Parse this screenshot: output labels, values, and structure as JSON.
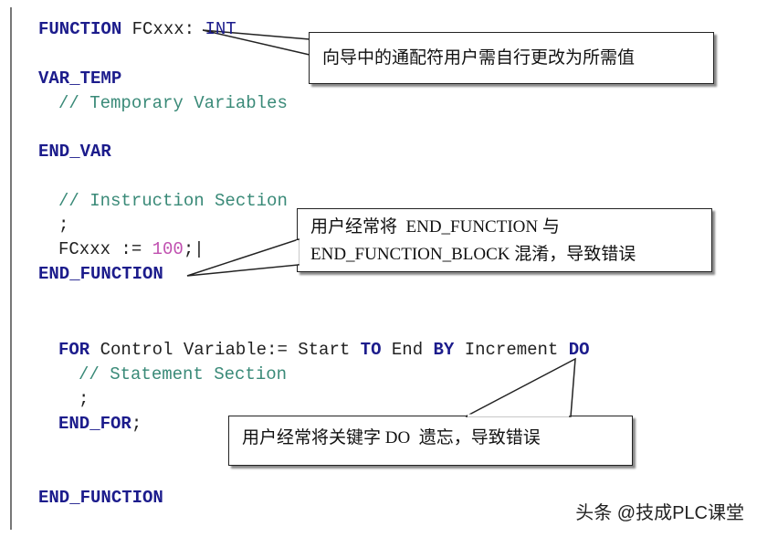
{
  "code": {
    "l1_kw": "FUNCTION",
    "l1_rest": " FCxxx: ",
    "l1_type": "INT",
    "l2": "VAR_TEMP",
    "l3": "// Temporary Variables",
    "l4": "END_VAR",
    "l5": "// Instruction Section",
    "l6": ";",
    "l7_a": "FCxxx := ",
    "l7_num": "100",
    "l7_b": ";|",
    "l8": "END_FUNCTION",
    "l9_for": "FOR",
    "l9_a": " Control Variable:= Start ",
    "l9_to": "TO",
    "l9_b": " End ",
    "l9_by": "BY",
    "l9_c": " Increment ",
    "l9_do": "DO",
    "l10": "// Statement Section",
    "l11": ";",
    "l12_kw": "END_FOR",
    "l12_b": ";",
    "l13": "END_FUNCTION"
  },
  "callouts": {
    "c1": "向导中的通配符用户需自行更改为所需值",
    "c2_line1": "用户经常将  END_FUNCTION 与",
    "c2_line2": "END_FUNCTION_BLOCK 混淆，导致错误",
    "c3": "用户经常将关键字 DO  遗忘，导致错误"
  },
  "watermark": "头条 @技成PLC课堂"
}
